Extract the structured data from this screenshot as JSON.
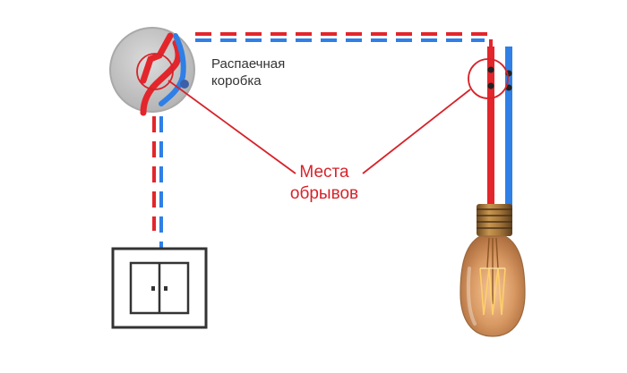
{
  "junction_box": {
    "label_line1": "Распаечная",
    "label_line2": "коробка"
  },
  "break_points": {
    "label_line1": "Места",
    "label_line2": "обрывов"
  },
  "colors": {
    "phase_wire": "#e3262b",
    "neutral_wire": "#2f7fe6",
    "callout": "#d6232a",
    "junction_box_fill": "#c9c9c9",
    "switch_frame": "#333333"
  },
  "icons": {
    "junction_box": "junction-box-icon",
    "switch": "double-switch-icon",
    "lamp": "edison-bulb-icon"
  }
}
